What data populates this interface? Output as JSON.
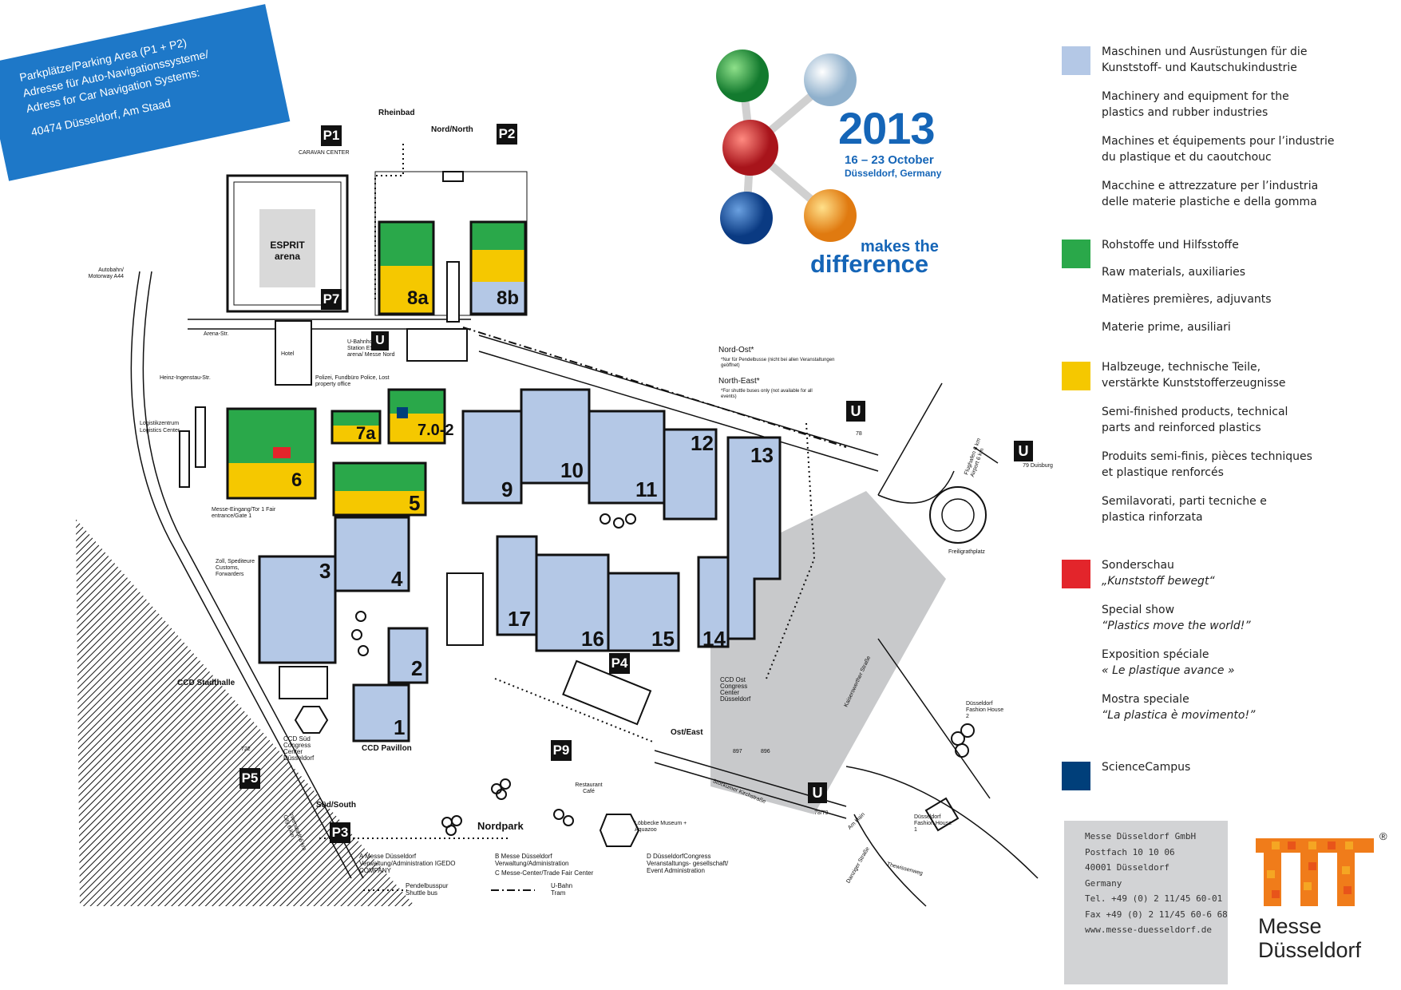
{
  "banner": {
    "line1": "Parkplätze/Parking Area (P1 + P2)",
    "line2": "Adresse für Auto-Navigationssysteme/",
    "line3": "Adress for Car Navigation Systems:",
    "line4": "40474 Düsseldorf, Am Staad"
  },
  "event": {
    "year": "2013",
    "dates": "16 – 23 October",
    "place": "Düsseldorf, Germany",
    "slogan1": "makes the",
    "slogan2": "difference"
  },
  "colors": {
    "machinery": "#b4c8e6",
    "raw": "#2aa84a",
    "semi": "#f5c800",
    "special": "#e3252b",
    "science": "#003f7a",
    "banner": "#1e78c8",
    "roads": "#c8c9cb",
    "logo_orange": "#f07c1a"
  },
  "halls": [
    {
      "id": "h1",
      "label": "1"
    },
    {
      "id": "h2",
      "label": "2"
    },
    {
      "id": "h3",
      "label": "3"
    },
    {
      "id": "h4",
      "label": "4"
    },
    {
      "id": "h5",
      "label": "5"
    },
    {
      "id": "h6",
      "label": "6"
    },
    {
      "id": "h7a",
      "label": "7a"
    },
    {
      "id": "h70",
      "label": "7.0-2"
    },
    {
      "id": "h8a",
      "label": "8a"
    },
    {
      "id": "h8b",
      "label": "8b"
    },
    {
      "id": "h9",
      "label": "9"
    },
    {
      "id": "h10",
      "label": "10"
    },
    {
      "id": "h11",
      "label": "11"
    },
    {
      "id": "h12",
      "label": "12"
    },
    {
      "id": "h13",
      "label": "13"
    },
    {
      "id": "h14",
      "label": "14"
    },
    {
      "id": "h15",
      "label": "15"
    },
    {
      "id": "h16",
      "label": "16"
    },
    {
      "id": "h17",
      "label": "17"
    }
  ],
  "parking": [
    "P1",
    "P2",
    "P3",
    "P4",
    "P5",
    "P7",
    "P9"
  ],
  "map_labels": {
    "rheinbad": "Rheinbad",
    "nord": "Nord/North",
    "caravan": "CARAVAN CENTER",
    "esprit": "ESPRIT arena",
    "hotel": "Hotel",
    "arena_str": "Arena-Str.",
    "heinz": "Heinz-Ingenstau-Str.",
    "logistik1": "Logistikzentrum",
    "logistik2": "Logistics Center",
    "autobahn": "Autobahn/ Motorway A44",
    "nordost1": "Nord-Ost*",
    "nordost2": "*Nur für Pendelbusse (nicht bei allen Veranstaltungen geöffnet)",
    "northeast1": "North-East*",
    "northeast2": "*For shuttle buses only (not available for all events)",
    "ubahn": "U-Bahnhof Tram Station ESPRIT arena/ Messe Nord",
    "tram78": "78",
    "polizei": "Polizei, Fundbüro Police, Lost property office",
    "duisburg": "79 Duisburg",
    "messe_eingang": "Messe-Eingang/Tor 1 Fair entrance/Gate 1",
    "ccd_stadthalle": "CCD Stadthalle",
    "ccd_sued": "CCD Süd Congress Center Düsseldorf",
    "ccd_pavillon": "CCD Pavillon",
    "ccd_ost": "CCD Ost Congress Center Düsseldorf",
    "sued": "Süd/South",
    "ost": "Ost/East",
    "nordpark": "Nordpark",
    "restaurant": "Restaurant Café",
    "loebbecke": "Löbbecke Museum + Aquazoo",
    "fashion1": "Düsseldorf Fashion House 1",
    "fashion2": "Düsseldorf Fashion House 2",
    "kaiserswerther": "Kaiserswerther Straße",
    "stockumer": "Stockumer Kirchstraße",
    "freiligrath": "Freiligrathplatz",
    "am_hain": "Am Hain",
    "danziger": "Danziger Straße",
    "thewissenweg": "Thewissenweg",
    "zoll": "Zoll, Spediteure Customs, Forwarders",
    "flughafen": "Flughafen 6 km Airport 6 km",
    "innenstadt": "Innenstadt 6 km City 6 km",
    "bus722": "722",
    "bus896": "896",
    "bus897": "897",
    "tram7879": "78/79",
    "legendA": "A  Messe Düsseldorf Verwaltung/Administration IGEDO COMPANY",
    "legendB": "B  Messe Düsseldorf Verwaltung/Administration",
    "legendC": "C  Messe-Center/Trade Fair Center",
    "legendD": "D  DüsseldorfCongress Veranstaltungs- gesellschaft/ Event Administration",
    "pendelbus": "Pendelbusspur Shuttle bus",
    "ubahn_tram": "U-Bahn Tram"
  },
  "legend": [
    {
      "color": "#b4c8e6",
      "lines": [
        [
          "Maschinen und Ausrüstungen für die",
          "Kunststoff- und Kautschukindustrie"
        ],
        [
          "Machinery and equipment for the",
          "plastics and rubber industries"
        ],
        [
          "Machines et équipements pour l’industrie",
          "du plastique et du caoutchouc"
        ],
        [
          "Macchine e attrezzature per l’industria",
          "delle materie plastiche e della gomma"
        ]
      ]
    },
    {
      "color": "#2aa84a",
      "lines": [
        [
          "Rohstoffe und Hilfsstoffe"
        ],
        [
          "Raw materials, auxiliaries"
        ],
        [
          "Matières premières, adjuvants"
        ],
        [
          "Materie prime, ausiliari"
        ]
      ]
    },
    {
      "color": "#f5c800",
      "lines": [
        [
          "Halbzeuge, technische Teile,",
          "verstärkte Kunststofferzeugnisse"
        ],
        [
          "Semi-finished products, technical",
          "parts and reinforced plastics"
        ],
        [
          "Produits semi-finis, pièces techniques",
          "et plastique renforcés"
        ],
        [
          "Semilavorati, parti tecniche e",
          "plastica rinforzata"
        ]
      ]
    },
    {
      "color": "#e3252b",
      "lines": [
        [
          "Sonderschau",
          "„Kunststoff bewegt“"
        ],
        [
          "Special show",
          "“Plastics move the world!”"
        ],
        [
          "Exposition spéciale",
          "« Le plastique avance »"
        ],
        [
          "Mostra speciale",
          "“La plastica è movimento!”"
        ]
      ]
    },
    {
      "color": "#003f7a",
      "lines": [
        [
          "ScienceCampus"
        ]
      ]
    }
  ],
  "contact": {
    "company": "Messe Düsseldorf GmbH",
    "postfach": "Postfach 10 10 06",
    "city": "40001 Düsseldorf",
    "country": "Germany",
    "tel": "Tel. +49 (0) 2 11/45 60-01",
    "fax": "Fax +49 (0) 2 11/45 60-6 68",
    "web": "www.messe-duesseldorf.de"
  },
  "brand": {
    "line1": "Messe",
    "line2": "Düsseldorf",
    "reg": "®"
  }
}
